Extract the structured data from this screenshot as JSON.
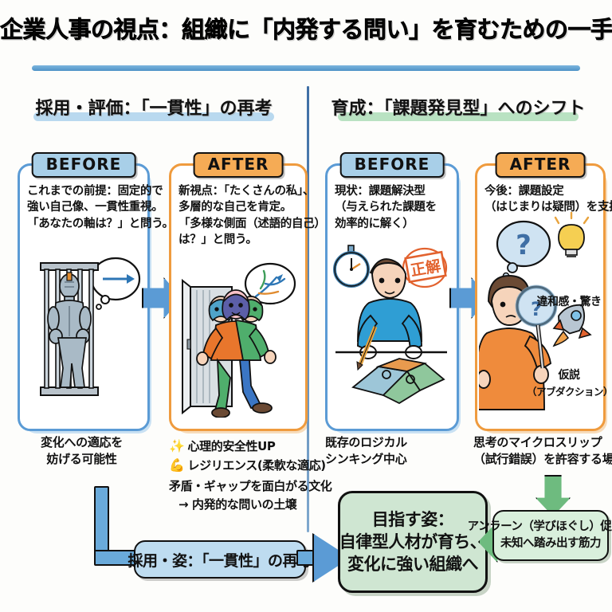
{
  "title": "企業人事の視点：組織に「内発する問い」を育むための一手",
  "columns": {
    "left": {
      "heading": "採用・評価：「一貫性」の再考",
      "accent": "#b9d9ef"
    },
    "right": {
      "heading": "育成：「課題発見型」へのシフト",
      "accent": "#b9e2c2"
    }
  },
  "badges": {
    "before": "BEFORE",
    "after": "AFTER"
  },
  "cards": {
    "left_before": {
      "lines": [
        "これまでの前提：固定的で",
        "強い自己像、一貫性重視。",
        "「あなたの軸は？」と問う。"
      ],
      "illustration": "knight-in-cage",
      "border_color": "#5b9bd5"
    },
    "left_after": {
      "lines": [
        "新視点：「たくさんの私」、",
        "多層的な自己を肯定。",
        "「多様な側面（述語的自己）",
        "は？」と問う。"
      ],
      "illustration": "person-multiple-faces-open-door",
      "border_color": "#ef9b3e"
    },
    "right_before": {
      "lines": [
        "現状：課題解決型",
        "（与えられた課題を",
        "効率的に解く）"
      ],
      "illustration": "person-solving-puzzle-stopwatch-stamp",
      "stamp_text": "正解",
      "border_color": "#5b9bd5"
    },
    "right_after": {
      "lines": [
        "今後：課題設定",
        "（はじまりは疑問）を支援"
      ],
      "illustration": "woman-magnifier-question",
      "mini_labels": [
        "違和感・驚き",
        "仮説",
        "（アブダクション）"
      ],
      "border_color": "#ef9b3e"
    }
  },
  "captions": {
    "left_before": [
      "変化への適応を",
      "妨げる可能性"
    ],
    "right_before": [
      "既存のロジカル",
      "シンキング中心"
    ],
    "right_after": [
      "思考のマイクロスリップ",
      "（試行錯誤）を許容する場"
    ]
  },
  "left_after_bullets": [
    {
      "icon": "✨",
      "icon_name": "sparkles-icon",
      "text": "心理的安全性UP"
    },
    {
      "icon": "💪",
      "icon_name": "flexed-biceps-icon",
      "text": "レジリエンス(柔軟な適応)"
    }
  ],
  "left_after_free": [
    "矛盾・ギャップを面白がる文化",
    "→ 内発的な問いの土壌"
  ],
  "bottom": {
    "pill": "採用・姿：「一貫性」の再考",
    "goal": [
      "目指す姿：",
      "自律型人材が育ち、",
      "変化に強い組織へ"
    ],
    "note": [
      "アンラーン（学びほぐし）促進、",
      "未知へ踏み出す筋力"
    ]
  },
  "colors": {
    "title_rule": "#4f93c7",
    "blue_arrow": "#5b9bd5",
    "green_arrow": "#6ebb7f",
    "badge_before": "#a8cfe8",
    "badge_after": "#f5ab55",
    "goal_bg": "#cfe6d2",
    "pill_bg": "#bedcf0"
  }
}
